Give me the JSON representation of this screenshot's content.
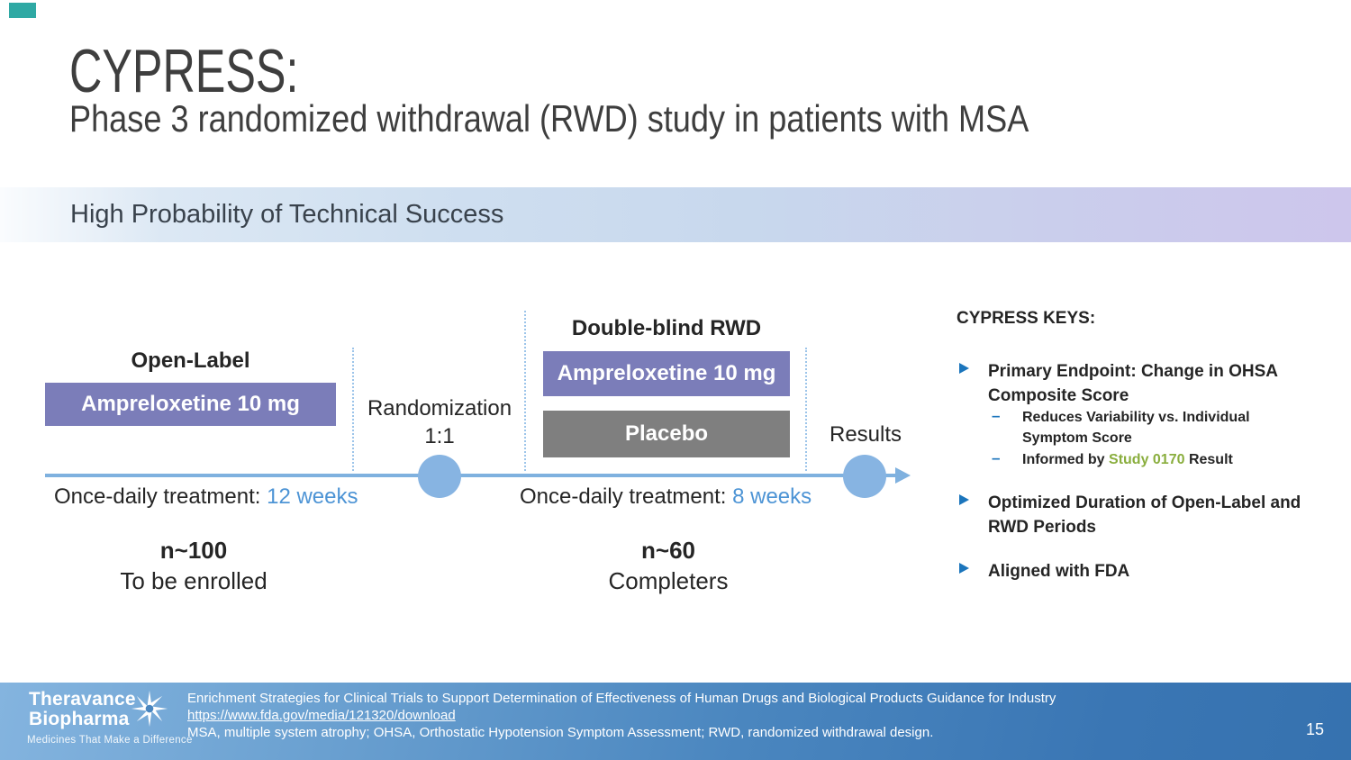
{
  "colors": {
    "accent-teal": "#2FA9A4",
    "title-gray": "#3E3E3E",
    "banner-text": "#39424C",
    "banner-grad-left": "#FAFCFE",
    "banner-grad-mid": "#C8D8ED",
    "banner-grad-right": "#CDC6EC",
    "purple-box": "#7B7DB9",
    "gray-box": "#7F7F7F",
    "timeline-blue": "#7FB1DF",
    "circle-blue": "#87B4E2",
    "value-blue": "#4D94D5",
    "bullet-blue": "#1B75BC",
    "highlight-green": "#8AAE3E",
    "dotted-blue": "#9DC5EA",
    "footer-grad-left": "#84B4DF",
    "footer-grad-right": "#3A76B4",
    "text-dark": "#252525"
  },
  "title": {
    "line1": "CYPRESS:",
    "line2": "Phase 3 randomized withdrawal (RWD) study in patients with MSA"
  },
  "banner": {
    "text": "High Probability of Technical Success"
  },
  "diagram": {
    "open_label": {
      "heading": "Open-Label",
      "drug_label": "Ampreloxetine 10 mg",
      "treatment_prefix": "Once-daily treatment: ",
      "treatment_value": "12 weeks",
      "n_value": "n~100",
      "n_caption": "To be enrolled"
    },
    "randomization_line1": "Randomization",
    "randomization_line2": "1:1",
    "double_blind": {
      "heading": "Double-blind RWD",
      "drug_label": "Ampreloxetine 10 mg",
      "placebo_label": "Placebo",
      "treatment_prefix": "Once-daily treatment: ",
      "treatment_value": "8 weeks",
      "n_value": "n~60",
      "n_caption": "Completers"
    },
    "results_label": "Results"
  },
  "keys_panel": {
    "heading": "CYPRESS KEYS:",
    "bullets": [
      {
        "text": "Primary Endpoint: Change in OHSA Composite Score",
        "subs": [
          {
            "text": "Reduces Variability vs. Individual Symptom Score"
          },
          {
            "prefix": "Informed by ",
            "highlight": "Study 0170",
            "suffix": " Result"
          }
        ]
      },
      {
        "text": "Optimized Duration of Open-Label and RWD Periods"
      },
      {
        "text": "Aligned with FDA"
      }
    ]
  },
  "footer": {
    "logo": {
      "line1": "Theravance",
      "line2": "Biopharma",
      "tagline": "Medicines That Make a Difference"
    },
    "reference_line1": "Enrichment Strategies for Clinical Trials to Support Determination of Effectiveness of Human Drugs and Biological Products Guidance for Industry",
    "link": "https://www.fda.gov/media/121320/download",
    "abbreviations": "MSA, multiple system atrophy; OHSA, Orthostatic Hypotension Symptom Assessment; RWD, randomized withdrawal design.",
    "page_number": "15"
  }
}
